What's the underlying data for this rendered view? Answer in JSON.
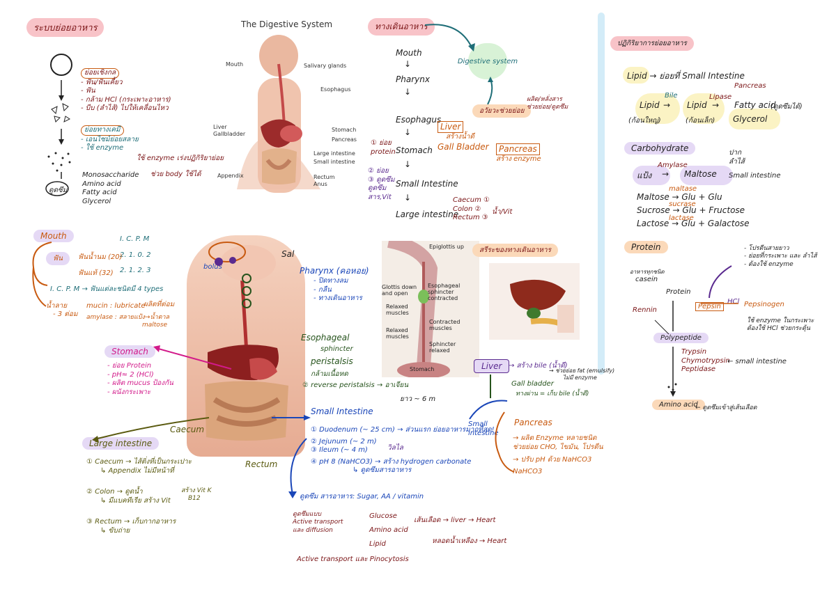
{
  "sections": {
    "digestion_system_title": "ระบบย่อยอาหาร",
    "digestive_tract_title": "ทางเดินอาหาร",
    "food_absorption_title": "ปฏิกิริยาการย่อยอาหาร",
    "peristalsis_title": "สรีระของทางเดินอาหาร"
  },
  "diagram": {
    "title": "The Digestive System",
    "labels": [
      "Mouth",
      "Salivary glands",
      "Esophagus",
      "Liver",
      "Gallbladder",
      "Stomach",
      "Pancreas",
      "Large intestine",
      "Small intestine",
      "Appendix",
      "Rectum",
      "Anus"
    ],
    "lower_labels": {
      "sal": "Sal"
    },
    "esophagus_labels": [
      "Epiglottis up",
      "Glottis down and open",
      "Esophageal sphincter contracted",
      "Relaxed muscles",
      "Contracted muscles",
      "Relaxed muscles",
      "Sphincter relaxed",
      "Stomach"
    ]
  },
  "left_notes": {
    "digestion_types": [
      "ย่อยเชิงกล",
      "- ฟัน/ฟันเคี้ยว",
      "- ฟัน",
      "- กล้าม HCl (กระเพาะอาหาร)",
      "- บีบ (ลำไส้) ไปให้เคลื่อนไหว"
    ],
    "chem_digest": [
      "ย่อยทางเคมี",
      "- เอนไซม์ย่อยสลาย",
      "- ใช้ enzyme"
    ],
    "enzyme_note": [
      "ใช้ enzyme เร่งปฏิกิริยาย่อย",
      "ช่วย body ใช้ได้"
    ],
    "products": [
      "Monosaccharide",
      "Amino acid",
      "Fatty acid",
      "Glycerol"
    ],
    "products_label": "ดูดซึม"
  },
  "tract": {
    "steps": [
      "Mouth",
      "Pharynx",
      "Esophagus",
      "Stomach",
      "Small Intestine",
      "Large intestine"
    ],
    "digestive_system": "Digestive system",
    "accessory": "อวัยวะช่วยย่อย",
    "accessory_note": [
      "ผลิต/หลั่งสาร",
      "ช่วยย่อย/ดูดซึม"
    ],
    "liver": "Liver",
    "liver_note": "สร้างน้ำดี",
    "gall_bladder": "Gall Bladder",
    "pancreas": "Pancreas",
    "pancreas_note": "สร้าง enzyme",
    "stomach_note": [
      "① ย่อย",
      "protein"
    ],
    "si_note": [
      "② ย่อย",
      "③ ดูดซึม",
      "ดูดซึม",
      "สาร,Vit"
    ],
    "li_parts": [
      "Caecum ①",
      "Colon ②",
      "Rectum ③"
    ],
    "li_note": "น้ำ/Vit"
  },
  "mouth": {
    "title": "Mouth",
    "teeth": "ฟัน",
    "teeth_items": [
      "ฟันน้ำนม (20)",
      "ฟันแท้ (32)"
    ],
    "formulas": [
      "I. C. P. M",
      "2. 1. 0. 2",
      "2. 1. 2. 3"
    ],
    "tooth_types": "I. C. P. M → ฟันแต่ละชนิดมี 4 types",
    "saliva": "น้ำลาย",
    "saliva_items": [
      "- 3 ต่อม",
      "mucin : lubricate",
      "amylase : สลายแป้ง→น้ำตาล",
      "maltose"
    ],
    "amylase_note": "ผลิตที่ต่อม"
  },
  "pharynx": {
    "title": "Pharynx (คอหอย)",
    "items": [
      "- ปิดทางลม",
      "- กลืน",
      "- ทางเดินอาหาร"
    ],
    "esophageal": "Esophageal",
    "esophageal_note": "sphincter",
    "peristalsis": "peristalsis",
    "peristalsis_note": "กล้ามเนื้อหด",
    "reverse": "② reverse peristalsis → อาเจียน",
    "bolus": "bolus"
  },
  "stomach": {
    "title": "Stomach",
    "items": [
      "- ย่อย Protein",
      "- pH≈ 2 (HCl)",
      "- ผลิต mucus ป้องกัน",
      "- ผนังกระเพาะ"
    ],
    "caecum": "Caecum",
    "rectum": "Rectum"
  },
  "large_intestine": {
    "title": "Large intestine",
    "items": [
      "① Caecum → ไส้ติ่งที่เป็นกระเปาะ",
      "↳ Appendix ไม่มีหน้าที่",
      "② Colon → ดูดน้ำ",
      "↳ มีแบคทีเรีย สร้าง Vit",
      "③ Rectum → เก็บกากอาหาร",
      "↳ ขับถ่าย"
    ],
    "colon_note": [
      "สร้าง Vit K",
      "B12"
    ]
  },
  "small_intestine": {
    "title": "Small Intestine",
    "note": "ยาว ~ 6 m",
    "parts": [
      "① Duodenum (~ 25 cm) → ส่วนแรก ย่อยอาหารมากที่สุด!",
      "② Jejunum (~ 2 m)",
      "③ Ileum (~ 4 m)",
      "④ pH 8 (NaHCO3) → สร้าง hydrogen carbonate",
      "↳ ดูดซึมสารอาหาร"
    ],
    "absorb": "ดูดซึม สารอาหาร: Sugar, AA / vitamin",
    "glucose": "Glucose",
    "amino": "Amino acid",
    "lipid": "Lipid",
    "active": [
      "ดูดซึมแบบ",
      "Active transport",
      "และ diffusion"
    ],
    "active2": "Active transport และ Pinocytosis",
    "blood_path": "เส้นเลือด → liver → Heart",
    "lymph_path": "หลอดน้ำเหลือง → Heart",
    "villi": "วิลไล",
    "small_int_label": "Small intestine"
  },
  "accessory_right": {
    "liver": "Liver",
    "liver_note": "→ สร้าง bile (น้ำดี)",
    "liver_note2": [
      "→ ช่วยย่อย fat (emulsify)",
      "ไม่มี enzyme"
    ],
    "gall_bladder": "Gall bladder",
    "gall_note": "ทางผ่าน = เก็บ bile (น้ำดี)",
    "pancreas": "Pancreas",
    "pancreas_items": [
      "→ ผลิต Enzyme หลายชนิด",
      "ช่วยย่อย CHO, ไขมัน, โปรตีน",
      "→ ปรับ pH ด้วย NaHCO3"
    ],
    "nahco3": "NaHCO3"
  },
  "reactions": {
    "lipid_title": "Lipid → ย่อยที่ Small Intestine",
    "lipid_eq": [
      "Lipid",
      "Bile",
      "Lipid",
      "Lipase",
      "Fatty acid",
      "Glycerol"
    ],
    "lipid_sub": [
      "(ก้อนใหญ่)",
      "(ก้อนเล็ก)",
      "(ดูดซึมได้)"
    ],
    "pancreas_lbl": "Pancreas",
    "carb_title": "Carbohydrate",
    "carb_eq": [
      "Amylase",
      "Maltose",
      "แป้ง"
    ],
    "carb_places": [
      "ปาก",
      "ลำไส้",
      "Small intestine"
    ],
    "sugars": [
      "Maltose → Glu + Glu",
      "Sucrose → Glu + Fructose",
      "Lactose → Glu + Galactose"
    ],
    "sugar_enz": [
      "maltase",
      "sucrase",
      "lactase"
    ],
    "protein_title": "Protein",
    "protein_items": [
      "- โปรตีนสายยาว",
      "- ย่อยที่กระเพาะ และ ลำไส้",
      "- ต้องใช้ enzyme"
    ],
    "protein_parts": [
      "Protein",
      "Pepsin",
      "Pepsinogen",
      "Polypeptide",
      "Rennin",
      "Trypsin",
      "Chymotrypsin",
      "Peptidase",
      "Amino acid"
    ],
    "hcl": "HCl",
    "enzyme_note": [
      "ใช้ enzyme ในกระเพาะ",
      "ต้องใช้ HCl ช่วยกระตุ้น"
    ],
    "small_note": "← small intestine",
    "amino_note": "← ดูดซึมเข้าสู่เส้นเลือด",
    "casein": "casein",
    "enzyme_food": "อาหารทุกชนิด"
  }
}
